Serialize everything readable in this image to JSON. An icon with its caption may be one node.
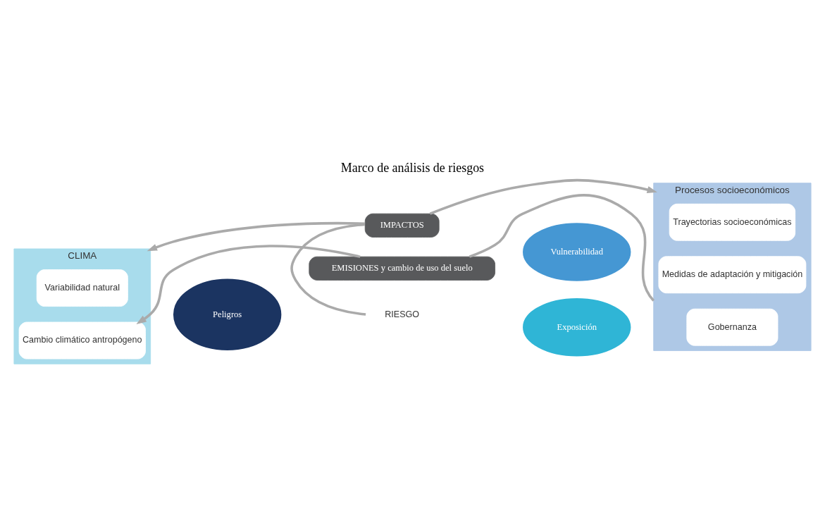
{
  "diagram": {
    "title": "Marco de análisis de riesgos",
    "nodes": [
      {
        "text": [
          "CLIMA"
        ]
      },
      {
        "text": [
          "Variabilidad natural"
        ],
        "in": 0
      },
      {
        "text": [
          "Cambio climático antropógeno"
        ],
        "in": 0
      },
      {
        "text": [
          "Vulnerabilidad"
        ]
      },
      {
        "text": [
          "Peligros"
        ]
      },
      {
        "text": [
          "RIESGO"
        ]
      },
      {
        "text": [
          "Exposición"
        ]
      },
      {
        "text": [
          "Procesos socioeconómicos"
        ]
      },
      {
        "text": [
          "Trayectorias socioeconómicas"
        ],
        "in": 7
      },
      {
        "text": [
          "Medidas de adaptación y mitigación"
        ],
        "in": 7
      },
      {
        "text": [
          "Gobernanza"
        ],
        "in": 7
      },
      {
        "text": [
          "IMPACTOS"
        ]
      },
      {
        "text": [
          "EMISIONES y cambio de uso del suelo"
        ]
      }
    ],
    "edges": [
      {
        "from": 11,
        "to": 0,
        "arrow": "to"
      },
      {
        "from": 11,
        "to": 7,
        "arrow": "to"
      },
      {
        "from": 11,
        "to": 5,
        "arrow": "none"
      },
      {
        "from": 7,
        "to": 12,
        "arrow": "none"
      },
      {
        "from": 12,
        "to": 2,
        "arrow": "to"
      }
    ]
  }
}
